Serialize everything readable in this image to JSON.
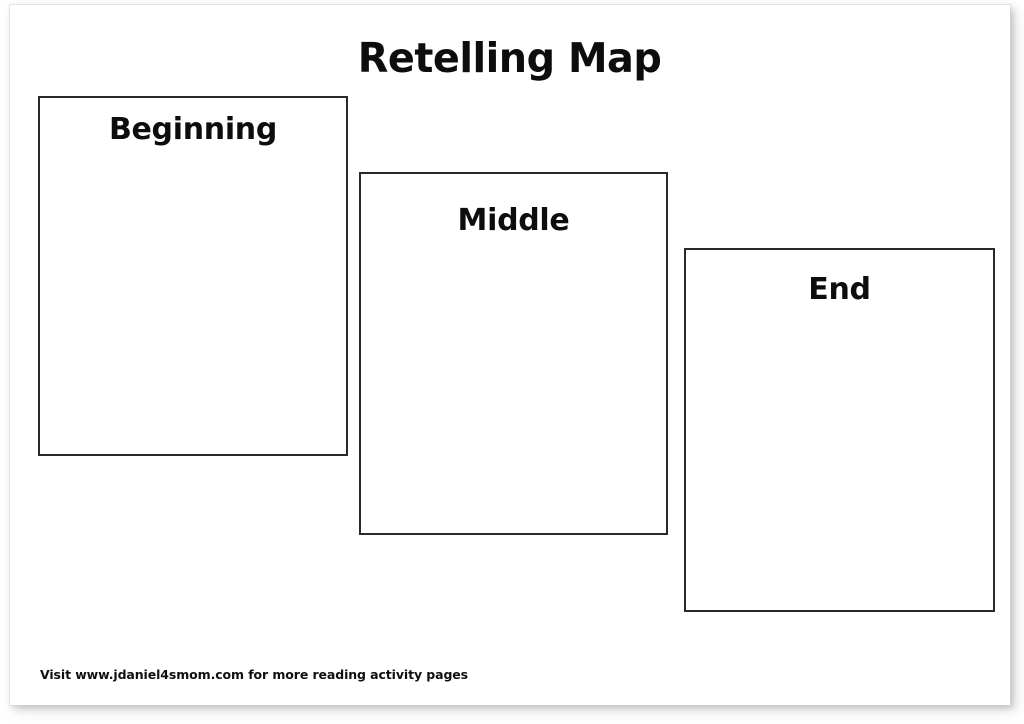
{
  "page": {
    "title": "Retelling Map",
    "background_color": "#ffffff",
    "sheet_color": "#ffffff",
    "ink_color": "#0d0d0d",
    "border_color": "#2a2a2e"
  },
  "sections": [
    {
      "key": "beginning",
      "label": "Beginning",
      "order": 1
    },
    {
      "key": "middle",
      "label": "Middle",
      "order": 2
    },
    {
      "key": "end",
      "label": "End",
      "order": 3
    }
  ],
  "footer": {
    "credit": "Visit www.jdaniel4smom.com for more reading activity pages"
  }
}
